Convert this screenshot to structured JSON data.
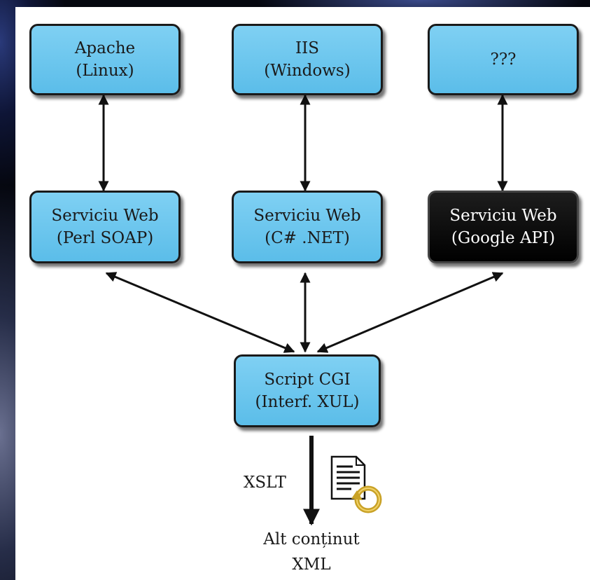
{
  "nodes": {
    "apache": {
      "line1": "Apache",
      "line2": "(Linux)"
    },
    "iis": {
      "line1": "IIS",
      "line2": "(Windows)"
    },
    "unknown": {
      "line1": "???"
    },
    "ws_perl": {
      "line1": "Serviciu Web",
      "line2": "(Perl SOAP)"
    },
    "ws_csharp": {
      "line1": "Serviciu Web",
      "line2": "(C# .NET)"
    },
    "ws_google": {
      "line1": "Serviciu Web",
      "line2": "(Google API)"
    },
    "cgi": {
      "line1": "Script CGI",
      "line2": "(Interf. XUL)"
    }
  },
  "edge_label": "XSLT",
  "output": {
    "line1": "Alt conținut",
    "line2": "XML"
  },
  "icons": {
    "document": "document-transform-icon"
  },
  "colors": {
    "node_fill": "#6cc7ee",
    "dark_node_fill": "#0a0a0a",
    "border": "#1a1a1a",
    "background": "#000000"
  }
}
